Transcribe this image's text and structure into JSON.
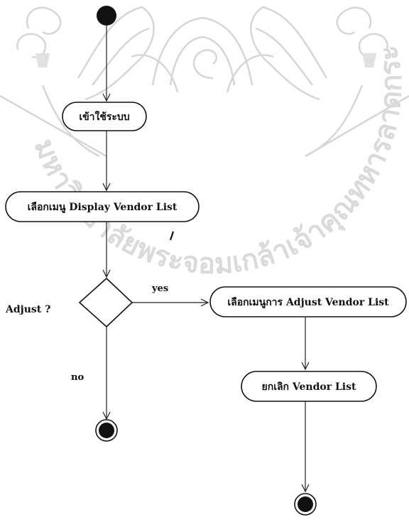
{
  "diagram": {
    "type": "uml-activity",
    "nodes": {
      "login": {
        "label": "เข้าใช้ระบบ"
      },
      "display_vendor_list": {
        "label": "เลือกเมนู Display Vendor List"
      },
      "adjust_vendor_list": {
        "label": "เลือกเมนูการ Adjust Vendor List"
      },
      "cancel_vendor_list": {
        "label": "ยกเลิก Vendor List"
      }
    },
    "decision": {
      "label": "Adjust ?"
    },
    "guards": {
      "yes": "yes",
      "no": "no"
    },
    "watermark": {
      "text": "มหาวิทยาลัยพระจอมเกล้าเจ้าคุณทหารลาดกระบัง"
    }
  }
}
